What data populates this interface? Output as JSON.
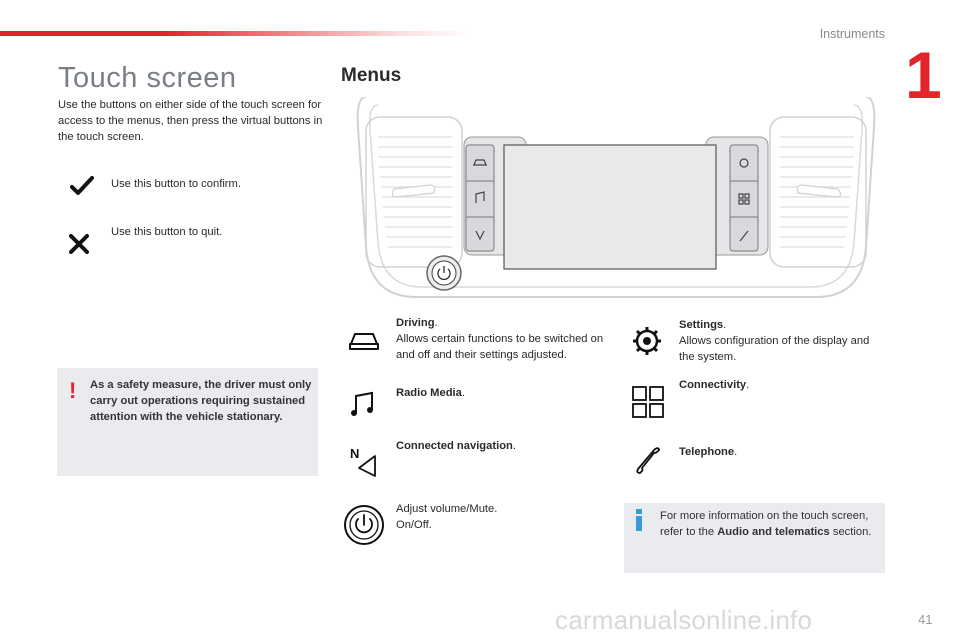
{
  "header": {
    "section": "Instruments",
    "chapter_number": "1"
  },
  "page": {
    "title": "Touch screen",
    "number": "41"
  },
  "intro": "Use the buttons on either side of the touch screen for access to the menus, then press the virtual buttons in the touch screen.",
  "buttons": {
    "confirm": "Use this button to confirm.",
    "quit": "Use this button to quit."
  },
  "warning": "As a safety measure, the driver must only carry out operations requiring sustained attention with the vehicle stationary.",
  "menus": {
    "title": "Menus",
    "driving": {
      "name": "Driving",
      "desc": "Allows certain functions to be switched on and off and their settings adjusted."
    },
    "radio": {
      "name": "Radio Media"
    },
    "navigation": {
      "name": "Connected navigation"
    },
    "volume": {
      "line1": "Adjust volume/Mute.",
      "line2": "On/Off."
    },
    "settings": {
      "name": "Settings",
      "desc": "Allows configuration of the display and the system."
    },
    "connectivity": {
      "name": "Connectivity"
    },
    "telephone": {
      "name": "Telephone"
    }
  },
  "info": {
    "before": "For more information on the touch screen, refer to the ",
    "link": "Audio and telematics",
    "after": " section."
  },
  "watermark": "carmanualsonline.info",
  "colors": {
    "accent_red": "#e3242b",
    "info_blue": "#3b9ad9",
    "box_grey": "#e9ebee"
  }
}
